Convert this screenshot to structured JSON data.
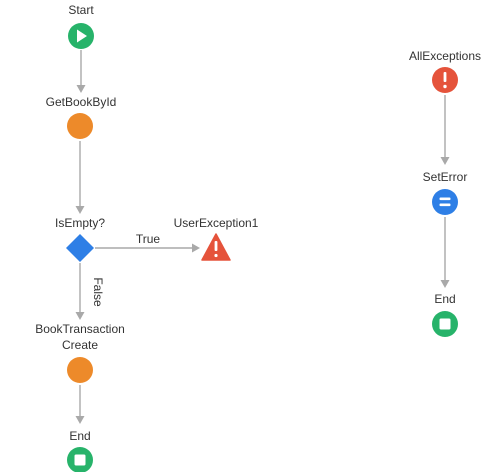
{
  "colors": {
    "start": "#27b36a",
    "end": "#27b36a",
    "action": "#ed8a2a",
    "decision": "#2e7fe6",
    "exception": "#e5533b",
    "assign": "#2e7fe6",
    "connector": "#a9a9a9",
    "label": "#333333"
  },
  "main_flow": {
    "start": {
      "label": "Start",
      "icon": "play-icon"
    },
    "get_book": {
      "label": "GetBookById",
      "icon": "action-circle"
    },
    "is_empty": {
      "label": "IsEmpty?",
      "icon": "decision-diamond"
    },
    "true_branch": {
      "label": "True"
    },
    "false_branch": {
      "label": "False"
    },
    "user_exception": {
      "label": "UserException1",
      "icon": "warning-triangle-icon"
    },
    "book_transaction": {
      "label_line1": "BookTransaction",
      "label_line2": "Create",
      "icon": "action-circle"
    },
    "end": {
      "label": "End",
      "icon": "stop-icon"
    }
  },
  "exception_flow": {
    "all_exceptions": {
      "label": "AllExceptions",
      "icon": "exclamation-icon"
    },
    "set_error": {
      "label": "SetError",
      "icon": "assign-icon"
    },
    "end": {
      "label": "End",
      "icon": "stop-icon"
    }
  }
}
